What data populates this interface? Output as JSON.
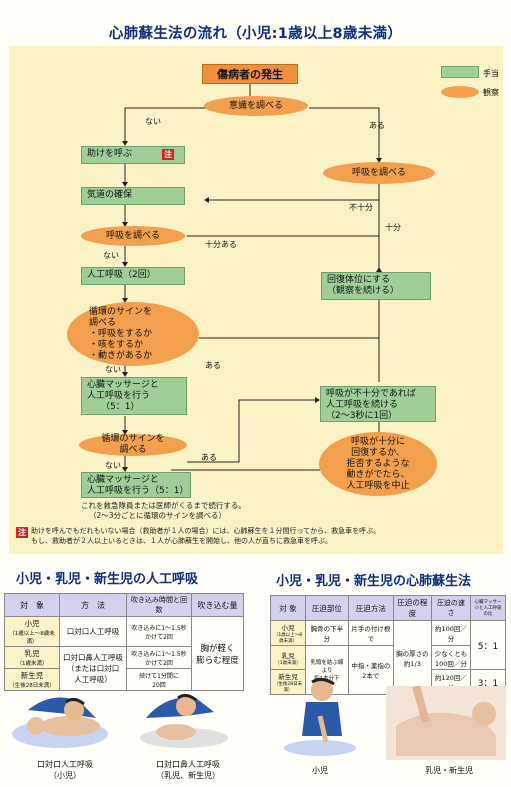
{
  "title": "心肺蘇生法の流れ（小児:1歳以上8歳未満）",
  "legend": {
    "action": "手当",
    "observe": "観察"
  },
  "flow": {
    "start": "傷病者の発生",
    "check_consciousness": "意識を調べる",
    "no": "ない",
    "yes": "ある",
    "call_help": "助けを呼ぶ",
    "caution": "注",
    "check_breathing_right": "呼吸を調べる",
    "airway": "気道の確保",
    "insufficient": "不十分",
    "sufficient": "十分",
    "check_breathing_left": "呼吸を調べる",
    "sufficient_yes": "十分ある",
    "rescue_breathing": "人工呼吸（2回）",
    "recovery": [
      "回復体位にする",
      "（観察を続ける）"
    ],
    "circulation_check": [
      "循環のサインを",
      "調べる",
      "・呼吸をするか",
      "・咳をするか",
      "・動きがあるか"
    ],
    "cpr_5_1": [
      "心臓マッサージと",
      "人工呼吸を行う",
      "（5：1）"
    ],
    "continue_breathing": [
      "呼吸が不十分であれば",
      "人工呼吸を続ける",
      "（2〜3秒に1回）"
    ],
    "circulation_check2": [
      "循環のサインを",
      "調べる"
    ],
    "cpr_5_1_b": [
      "心臓マッサージと",
      "人工呼吸を行う（5：1）"
    ],
    "if_breathing": [
      "呼吸が十分に",
      "回復するか、",
      "拒否するような",
      "動きがでたら、",
      "人工呼吸を中止"
    ],
    "continue_note": [
      "これを救急隊員または医師がくるまで続行する。",
      "（2〜3分ごとに循環のサインを調べる）"
    ],
    "footnote": [
      "助けを呼んでもだれもいない場合（救助者が１人の場合）には、心肺蘇生を１分間行ってから、救急車を呼ぶ。",
      "もし、救助者が２人以上いるときは、１人が心肺蘇生を開始し、他の人が直ちに救急車を呼ぶ。"
    ]
  },
  "left_section": {
    "title": "小児・乳児・新生児の人工呼吸",
    "headers": [
      "対　象",
      "方　法",
      "吹き込み時間と回数",
      "吹き込む量"
    ],
    "rows": [
      {
        "target": [
          "小児",
          "（1歳以上〜8歳未満）"
        ],
        "method": "口対口人工呼吸",
        "timing": [
          "吹き込みに1〜1.5秒",
          "かけて2回"
        ],
        "volume": [
          "胸が軽く",
          "膨らむ程度"
        ]
      },
      {
        "target": [
          "乳児",
          "（1歳未満）"
        ],
        "method": [
          "口対口鼻人工呼吸",
          "（または口対口",
          "人工呼吸）"
        ],
        "timing": [
          "吹き込みに1〜1.5秒",
          "かけて2回"
        ]
      },
      {
        "target": [
          "新生児",
          "（生後28日未満）"
        ],
        "timing": [
          "続けて1分間に",
          "20回"
        ]
      }
    ],
    "captions": [
      [
        "口対口人工呼吸",
        "（小児）"
      ],
      [
        "口対口鼻人工呼吸",
        "（乳児、新生児）"
      ]
    ]
  },
  "right_section": {
    "title": "小児・乳児・新生児の心肺蘇生法",
    "headers": [
      "対 象",
      "圧迫部位",
      "圧迫方法",
      "圧迫の程度",
      "圧迫の速さ",
      "心臓マッサージと人工呼吸の比"
    ],
    "rows": [
      {
        "target": [
          "小児",
          "（1歳以上〜8歳未満）"
        ],
        "site": "胸骨の下半分",
        "method": "片手の付け根で",
        "depth": [
          "胸の厚さの",
          "約1/3"
        ],
        "rate": "約100回／分",
        "ratio": "5：1"
      },
      {
        "target": [
          "乳児",
          "（1歳未満）"
        ],
        "site": [
          "乳頭を結ぶ線より",
          "指1本分下"
        ],
        "method": [
          "中指・薬指の",
          "2本で"
        ],
        "rate": [
          "少なくとも",
          "100回／分"
        ]
      },
      {
        "target": [
          "新生児",
          "（生後28日未満）"
        ],
        "rate": "約120回／分",
        "ratio": "3：1"
      }
    ],
    "captions": [
      "小児",
      "乳児・新生児"
    ]
  },
  "colors": {
    "title": "#0c2f86",
    "action_box": "#9fcf97",
    "observe_oval": "#f2a04e",
    "panel": "#fbf3c6",
    "caution": "#d0261c"
  }
}
